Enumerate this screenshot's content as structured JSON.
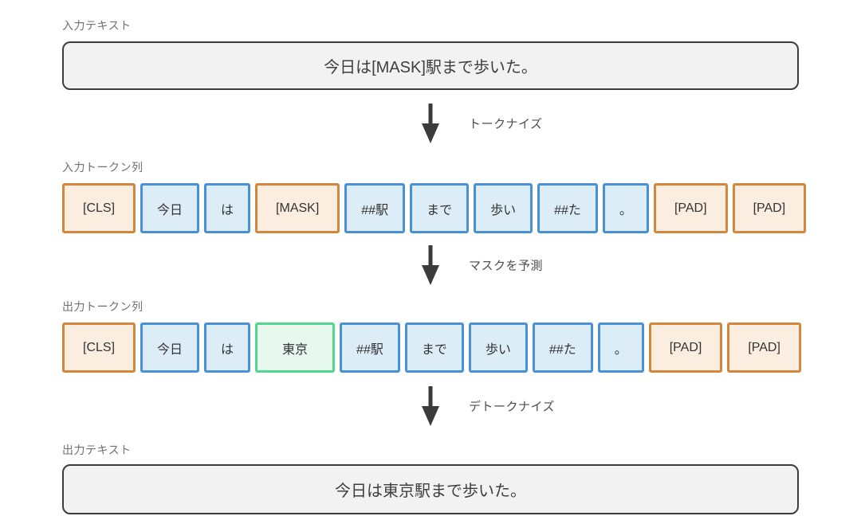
{
  "colors": {
    "special_border": "#d2873d",
    "special_bg": "#fbeee1",
    "normal_border": "#4a90d5",
    "normal_bg": "#dcedf8",
    "predicted_border": "#54d68e",
    "predicted_bg": "#e7f8ee",
    "box_border": "#3d3d3d",
    "box_bg": "#f2f2f2",
    "label_color": "#707070",
    "step_label_color": "#4d4d4d",
    "arrow_color": "#3b3b3b"
  },
  "input_text_label": "入力テキスト",
  "input_text": "今日は[MASK]駅まで歩いた。",
  "steps": [
    {
      "label": "トークナイズ"
    },
    {
      "label": "マスクを予測"
    },
    {
      "label": "デトークナイズ"
    }
  ],
  "input_tokens_label": "入力トークン列",
  "input_tokens": [
    {
      "text": "[CLS]",
      "type": "special"
    },
    {
      "text": "今日",
      "type": "normal"
    },
    {
      "text": "は",
      "type": "normal"
    },
    {
      "text": "[MASK]",
      "type": "special"
    },
    {
      "text": "##駅",
      "type": "normal"
    },
    {
      "text": "まで",
      "type": "normal"
    },
    {
      "text": "歩い",
      "type": "normal"
    },
    {
      "text": "##た",
      "type": "normal"
    },
    {
      "text": "。",
      "type": "normal"
    },
    {
      "text": "[PAD]",
      "type": "special"
    },
    {
      "text": "[PAD]",
      "type": "special"
    }
  ],
  "output_tokens_label": "出力トークン列",
  "output_tokens": [
    {
      "text": "[CLS]",
      "type": "special"
    },
    {
      "text": "今日",
      "type": "normal"
    },
    {
      "text": "は",
      "type": "normal"
    },
    {
      "text": "東京",
      "type": "predicted"
    },
    {
      "text": "##駅",
      "type": "normal"
    },
    {
      "text": "まで",
      "type": "normal"
    },
    {
      "text": "歩い",
      "type": "normal"
    },
    {
      "text": "##た",
      "type": "normal"
    },
    {
      "text": "。",
      "type": "normal"
    },
    {
      "text": "[PAD]",
      "type": "special"
    },
    {
      "text": "[PAD]",
      "type": "special"
    }
  ],
  "output_text_label": "出力テキスト",
  "output_text": "今日は東京駅まで歩いた。"
}
